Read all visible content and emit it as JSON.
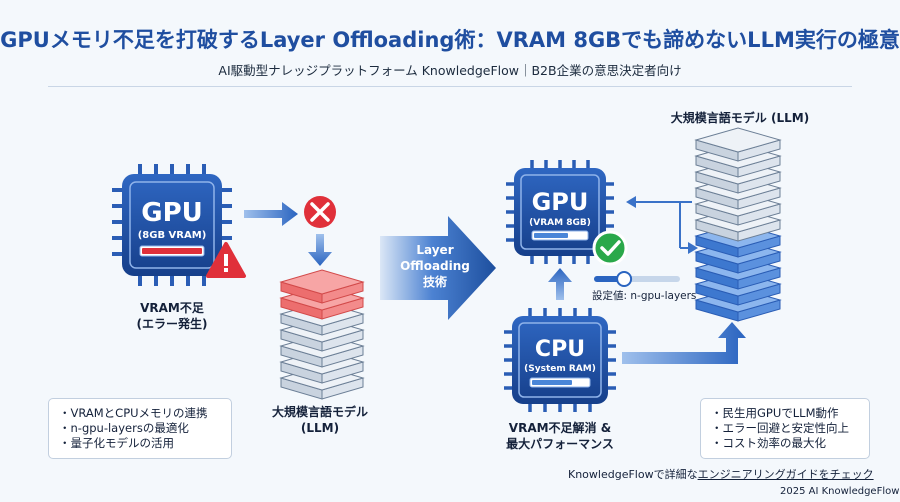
{
  "header": {
    "title": "GPUメモリ不足を打破するLayer Offloading術：VRAM 8GBでも諦めないLLM実行の極意",
    "subtitle": "AI駆動型ナレッジプラットフォーム KnowledgeFlow｜B2B企業の意思決定者向け"
  },
  "left": {
    "gpu_chip": {
      "label": "GPU",
      "sublabel": "(8GB VRAM)"
    },
    "gpu_caption": [
      "VRAM不足",
      "(エラー発生)"
    ],
    "llm_caption": [
      "大規模言語モデル",
      "(LLM)"
    ],
    "points": [
      "・VRAMとCPUメモリの連携",
      "・n-gpu-layersの最適化",
      "・量子化モデルの活用"
    ]
  },
  "middle": {
    "arrow_text": [
      "Layer",
      "Offloading",
      "技術"
    ]
  },
  "right": {
    "gpu_chip": {
      "label": "GPU",
      "sublabel": "(VRAM 8GB)"
    },
    "cpu_chip": {
      "label": "CPU",
      "sublabel": "(System RAM)"
    },
    "slider_label": "設定値: n-gpu-layers",
    "slider_level": 0.35,
    "llm_title": "大規模言語モデル (LLM)",
    "caption": [
      "VRAM不足解消 &",
      "最大パフォーマンス"
    ],
    "points": [
      "・民生用GPUでLLM動作",
      "・エラー回避と安定性向上",
      "・コスト効率の最大化"
    ]
  },
  "footer": {
    "cta_prefix": "KnowledgeFlowで詳細な",
    "cta_link": "エンジニアリングガイドをチェック",
    "copyright": "2025 AI KnowledgeFlow"
  },
  "colors": {
    "primary": "#1f4ea0",
    "red": "#e0303a",
    "green": "#2aa84a",
    "red_layer": "#f28b8b",
    "blue_layer": "#4a86d8",
    "grey_layer": "#dde6ef"
  }
}
